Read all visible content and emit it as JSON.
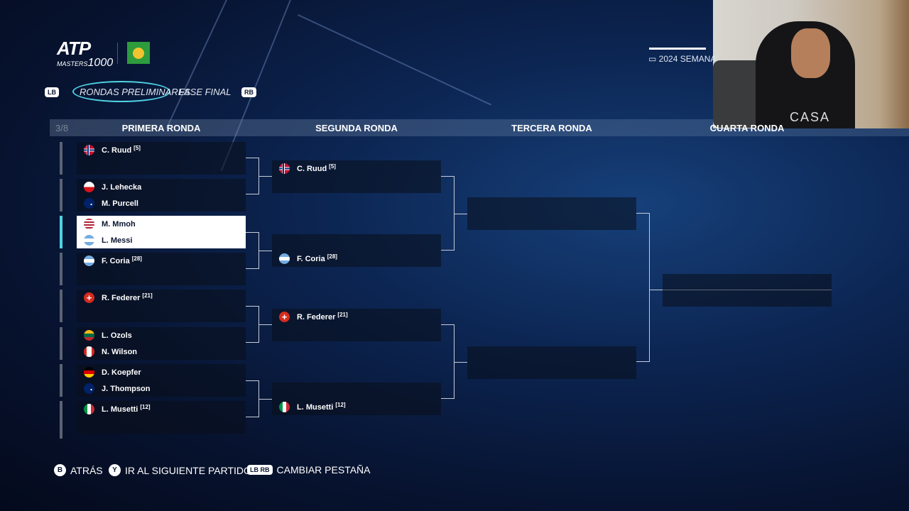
{
  "logo": {
    "atp": "ATP",
    "masters": "MASTERS",
    "thousand": "1000"
  },
  "tabs": {
    "left_bumper": "LB",
    "right_bumper": "RB",
    "items": [
      {
        "label": "RONDAS PRELIMINARES",
        "active": true
      },
      {
        "label": "FASE FINAL",
        "active": false
      }
    ]
  },
  "date": "2024 SEMANA",
  "page_count": "3/8",
  "rounds": [
    "PRIMERA RONDA",
    "SEGUNDA RONDA",
    "TERCERA RONDA",
    "CUARTA RONDA"
  ],
  "round1": [
    {
      "name": "C. Ruud",
      "seed": "[5]",
      "flag": "no"
    },
    {
      "name": "",
      "seed": "",
      "flag": ""
    },
    {
      "name": "J. Lehecka",
      "seed": "",
      "flag": "cz"
    },
    {
      "name": "M. Purcell",
      "seed": "",
      "flag": "au"
    },
    {
      "name": "M. Mmoh",
      "seed": "",
      "flag": "us",
      "selected": true
    },
    {
      "name": "L. Messi",
      "seed": "",
      "flag": "ar",
      "selected": true
    },
    {
      "name": "F. Coria",
      "seed": "[28]",
      "flag": "ar"
    },
    {
      "name": "",
      "seed": "",
      "flag": ""
    },
    {
      "name": "R. Federer",
      "seed": "[21]",
      "flag": "ch"
    },
    {
      "name": "",
      "seed": "",
      "flag": ""
    },
    {
      "name": "L. Ozols",
      "seed": "",
      "flag": "lt"
    },
    {
      "name": "N. Wilson",
      "seed": "",
      "flag": "ca"
    },
    {
      "name": "D. Koepfer",
      "seed": "",
      "flag": "de"
    },
    {
      "name": "J. Thompson",
      "seed": "",
      "flag": "au"
    },
    {
      "name": "L. Musetti",
      "seed": "[12]",
      "flag": "it"
    },
    {
      "name": "",
      "seed": "",
      "flag": ""
    }
  ],
  "round2": [
    {
      "name": "C. Ruud",
      "seed": "[5]",
      "flag": "no"
    },
    {
      "name": "",
      "seed": "",
      "flag": ""
    },
    {
      "name": "",
      "seed": "",
      "flag": ""
    },
    {
      "name": "F. Coria",
      "seed": "[28]",
      "flag": "ar"
    },
    {
      "name": "R. Federer",
      "seed": "[21]",
      "flag": "ch"
    },
    {
      "name": "",
      "seed": "",
      "flag": ""
    },
    {
      "name": "",
      "seed": "",
      "flag": ""
    },
    {
      "name": "L. Musetti",
      "seed": "[12]",
      "flag": "it"
    }
  ],
  "footer": [
    {
      "key": "B",
      "label": "ATRÁS"
    },
    {
      "key": "Y",
      "label": "IR AL SIGUIENTE PARTIDO"
    },
    {
      "key": "LB RB",
      "label": "CAMBIAR PESTAÑA"
    }
  ],
  "webcam": {
    "shirt_text": "CASA"
  },
  "colors": {
    "accent": "#4fd2e4",
    "selected_bg": "#ffffff"
  }
}
